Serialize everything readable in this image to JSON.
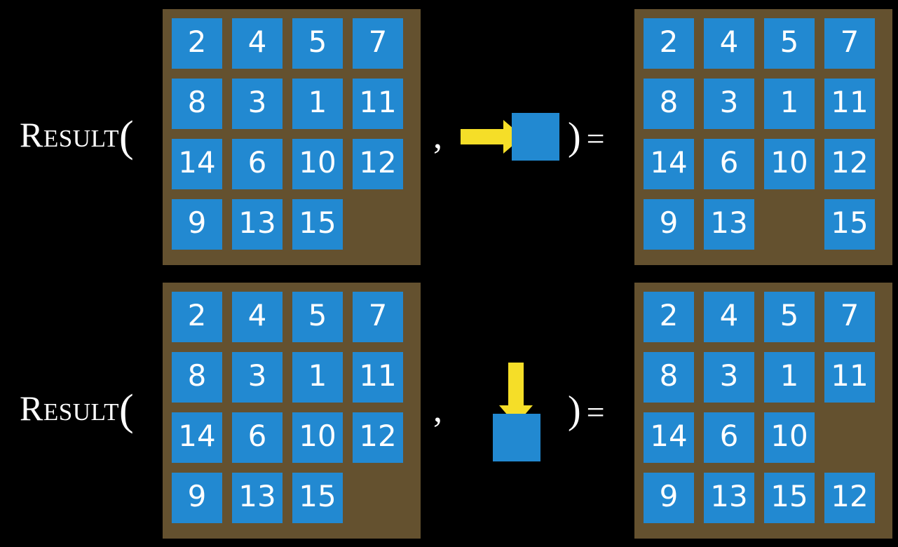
{
  "background_color": "#000000",
  "colors": {
    "board": "#64512f",
    "tile": "#2289d1",
    "tile_text": "#ffffff",
    "arrow": "#f5de28",
    "label_text": "#ffffff"
  },
  "rows": [
    {
      "label": "Result",
      "open_paren": "(",
      "comma": ",",
      "close_paren": ")",
      "equals": "=",
      "move": {
        "direction": "right",
        "icon": "arrow-right-icon",
        "description": "slide tile right"
      },
      "input_board": {
        "rows": [
          [
            "2",
            "4",
            "5",
            "7"
          ],
          [
            "8",
            "3",
            "1",
            "11"
          ],
          [
            "14",
            "6",
            "10",
            "12"
          ],
          [
            "9",
            "13",
            "15",
            ""
          ]
        ]
      },
      "output_board": {
        "rows": [
          [
            "2",
            "4",
            "5",
            "7"
          ],
          [
            "8",
            "3",
            "1",
            "11"
          ],
          [
            "14",
            "6",
            "10",
            "12"
          ],
          [
            "9",
            "13",
            "",
            "15"
          ]
        ]
      }
    },
    {
      "label": "Result",
      "open_paren": "(",
      "comma": ",",
      "close_paren": ")",
      "equals": "=",
      "move": {
        "direction": "down",
        "icon": "arrow-down-icon",
        "description": "slide tile down"
      },
      "input_board": {
        "rows": [
          [
            "2",
            "4",
            "5",
            "7"
          ],
          [
            "8",
            "3",
            "1",
            "11"
          ],
          [
            "14",
            "6",
            "10",
            "12"
          ],
          [
            "9",
            "13",
            "15",
            ""
          ]
        ]
      },
      "output_board": {
        "rows": [
          [
            "2",
            "4",
            "5",
            "7"
          ],
          [
            "8",
            "3",
            "1",
            "11"
          ],
          [
            "14",
            "6",
            "10",
            ""
          ],
          [
            "9",
            "13",
            "15",
            "12"
          ]
        ]
      }
    }
  ]
}
